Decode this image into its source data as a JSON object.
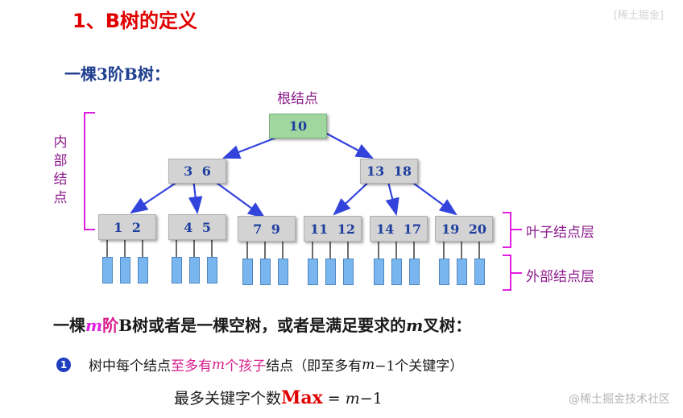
{
  "title": "1、B树的定义",
  "subtitle": "一棵3阶B树：",
  "root_label": "根结点",
  "internal_label": [
    "内",
    "部",
    "结",
    "点"
  ],
  "leaf_layer_label": "叶子结点层",
  "external_layer_label": "外部结点层",
  "tree": {
    "root": "10",
    "level1": [
      "3  6",
      "13  18"
    ],
    "leaves": [
      "1  2",
      "4  5",
      "7  9",
      "11 12",
      "14 17",
      "19 20"
    ]
  },
  "definition": {
    "p1": "一棵",
    "m": "m",
    "p2": "阶",
    "p3": "B树或者是一棵空树，或者是满足要求的",
    "p4": "叉树："
  },
  "rule1": {
    "bullet": "1",
    "p1": "树中每个结点",
    "p2": "至多有",
    "p3": "个孩子",
    "p4": "结点（即至多有",
    "p5": "−1个关键字）"
  },
  "formula": {
    "p1": "最多关键字个数",
    "max": "Max",
    "p2": " = ",
    "m": "m",
    "p3": "−1"
  },
  "watermark": "@稀土掘金技术社区",
  "top_right_text": "[稀土掘金]",
  "colors": {
    "title": "#e00000",
    "node_fill": "#d3d3d3",
    "root_fill": "#9fd79f",
    "key_text": "#1f3f9f",
    "arrow": "#3344dd",
    "bracket": "#e020e0",
    "external_node": "#79b6f0"
  }
}
